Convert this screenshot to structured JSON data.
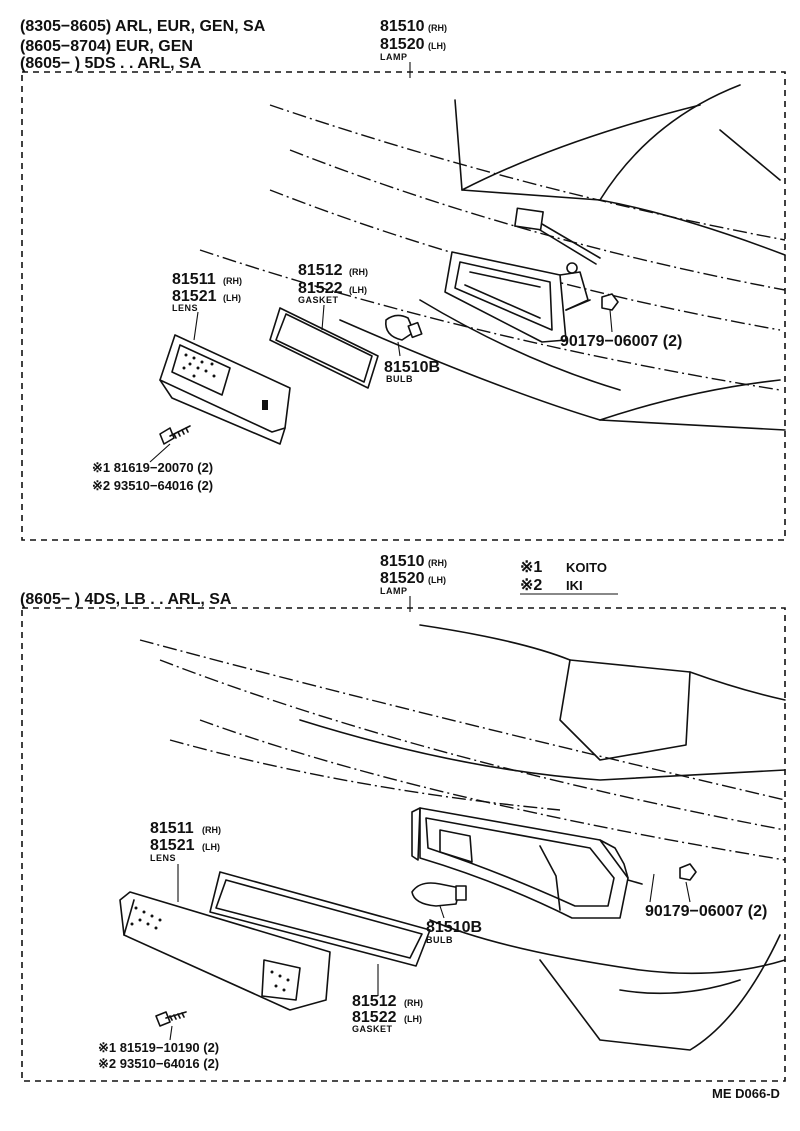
{
  "top": {
    "applicability": [
      "(8305−8605) ARL, EUR, GEN, SA",
      "(8605−8704) EUR, GEN",
      "(8605−        ) 5DS . . ARL, SA"
    ],
    "lamp": {
      "rh_num": "81510",
      "rh": "(RH)",
      "lh_num": "81520",
      "lh": "(LH)",
      "caption": "LAMP"
    },
    "lens": {
      "rh_num": "81511",
      "rh": "(RH)",
      "lh_num": "81521",
      "lh": "(LH)",
      "caption": "LENS"
    },
    "gasket": {
      "rh_num": "81512",
      "rh": "(RH)",
      "lh_num": "81522",
      "lh": "(LH)",
      "caption": "GASKET"
    },
    "bulb": {
      "num": "81510B",
      "caption": "BULB"
    },
    "nut": "90179−06007 (2)",
    "screw_1": "※1 81619−20070 (2)",
    "screw_2": "※2 93510−64016 (2)"
  },
  "bottom": {
    "applicability": "(8605−        ) 4DS, LB . . ARL, SA",
    "lamp": {
      "rh_num": "81510",
      "rh": "(RH)",
      "lh_num": "81520",
      "lh": "(LH)",
      "caption": "LAMP"
    },
    "lens": {
      "rh_num": "81511",
      "rh": "(RH)",
      "lh_num": "81521",
      "lh": "(LH)",
      "caption": "LENS"
    },
    "gasket": {
      "rh_num": "81512",
      "rh": "(RH)",
      "lh_num": "81522",
      "lh": "(LH)",
      "caption": "GASKET"
    },
    "bulb": {
      "num": "81510B",
      "caption": "BULB"
    },
    "nut": "90179−06007 (2)",
    "screw_1": "※1 81519−10190 (2)",
    "screw_2": "※2 93510−64016 (2)"
  },
  "legend": {
    "mark1": "※1",
    "maker1": "KOITO",
    "mark2": "※2",
    "maker2": "IKI"
  },
  "footer_code": "ME D066-D"
}
